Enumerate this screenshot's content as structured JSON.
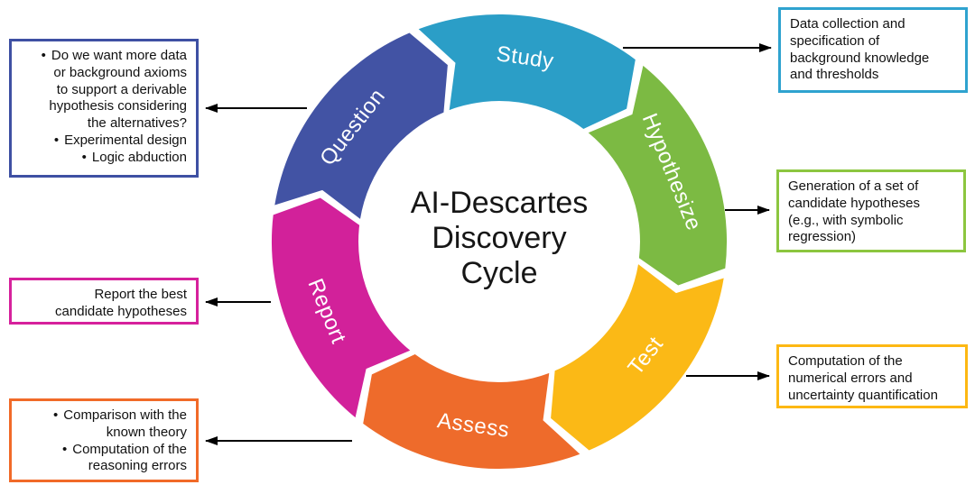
{
  "diagram_title": {
    "lines": [
      "AI-Descartes",
      "Discovery",
      "Cycle"
    ]
  },
  "cycle": {
    "direction": "clockwise",
    "segments": [
      {
        "label": "Study",
        "color": "#2B9EC7"
      },
      {
        "label": "Hypothesize",
        "color": "#7CBA43"
      },
      {
        "label": "Test",
        "color": "#FBB916"
      },
      {
        "label": "Assess",
        "color": "#EE6B2B"
      },
      {
        "label": "Report",
        "color": "#D2219A"
      },
      {
        "label": "Question",
        "color": "#4253A4"
      }
    ]
  },
  "notes": {
    "study": {
      "border_color": "#2FA3CF",
      "text": "Data collection and\nspecification of\nbackground knowledge\nand thresholds"
    },
    "hypothesize": {
      "border_color": "#8CC63F",
      "text": "Generation of a set of\ncandidate hypotheses\n(e.g., with symbolic\nregression)"
    },
    "test": {
      "border_color": "#FDB813",
      "text": "Computation of the\nnumerical errors and\nuncertainty quantification"
    },
    "assess": {
      "border_color": "#F16A28",
      "items": [
        {
          "bullet": "•",
          "text": "Comparison with the\nknown theory"
        },
        {
          "bullet": "•",
          "text": "Computation of the\nreasoning errors"
        }
      ]
    },
    "report": {
      "border_color": "#D6219C",
      "text": "Report the best\ncandidate hypotheses"
    },
    "question": {
      "border_color": "#3E50A3",
      "items": [
        {
          "bullet": "•",
          "text": "Do we want more data\nor background axioms\nto support a derivable\nhypothesis considering\nthe alternatives?"
        },
        {
          "bullet": "•",
          "text": "Experimental design"
        },
        {
          "bullet": "•",
          "text": "Logic abduction"
        }
      ]
    }
  }
}
